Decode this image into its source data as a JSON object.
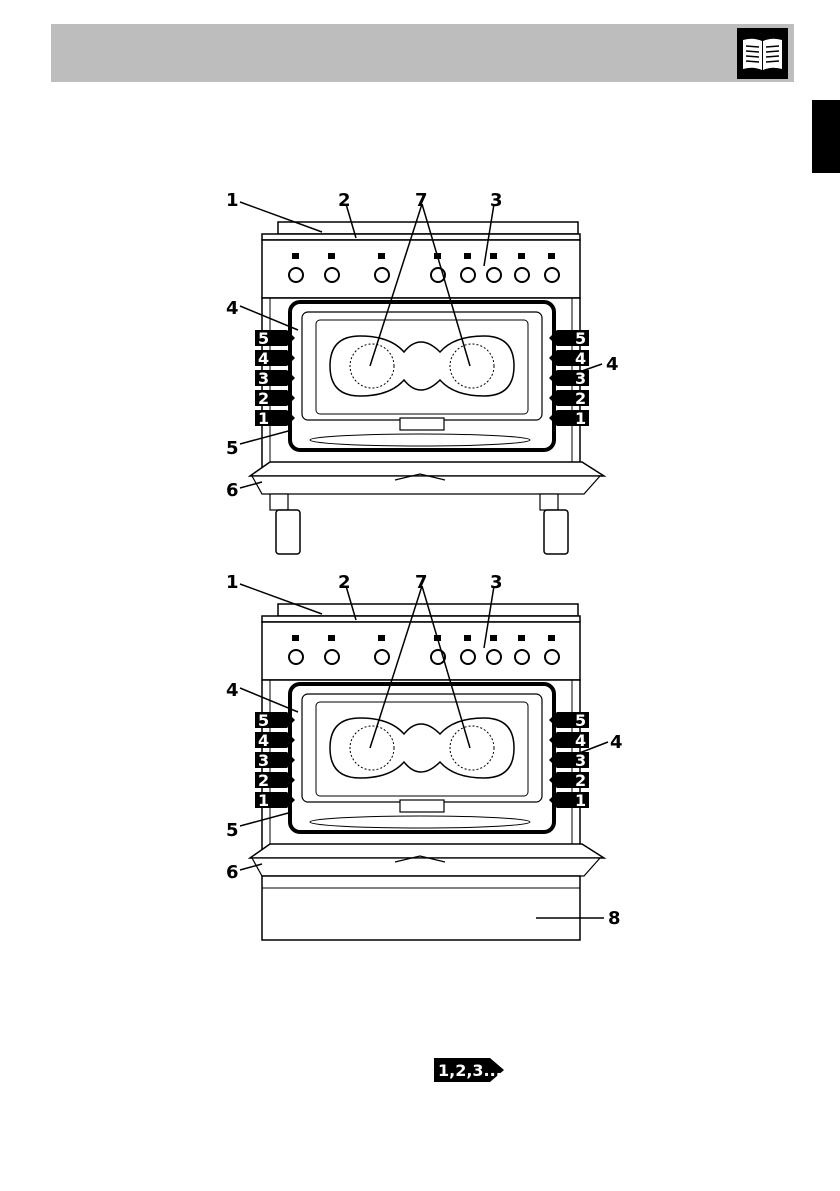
{
  "header": {
    "icon": "book-icon"
  },
  "side_tab": {
    "color": "#000000"
  },
  "diagrams": [
    {
      "callouts": [
        "1",
        "2",
        "7",
        "3",
        "4",
        "5",
        "6"
      ],
      "left_shelves": [
        "5",
        "4",
        "3",
        "2",
        "1"
      ],
      "right_shelves": [
        "5",
        "4",
        "3",
        "2",
        "1"
      ],
      "right_callout": "4"
    },
    {
      "callouts": [
        "1",
        "2",
        "7",
        "3",
        "4",
        "5",
        "6",
        "8"
      ],
      "left_shelves": [
        "5",
        "4",
        "3",
        "2",
        "1"
      ],
      "right_shelves": [
        "5",
        "4",
        "3",
        "2",
        "1"
      ],
      "right_callout": "4"
    }
  ],
  "badge": {
    "text": "1,2,3..."
  }
}
